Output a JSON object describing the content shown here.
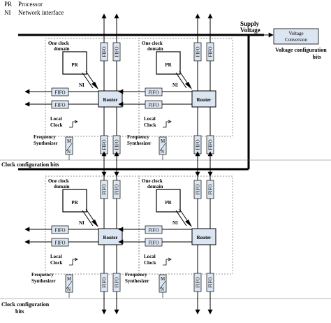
{
  "legend": {
    "pr": "PR",
    "pr_desc": "Processor",
    "ni": "NI",
    "ni_desc": "Network interface"
  },
  "supply": {
    "line1": "Supply",
    "line2": "Voltage"
  },
  "voltage_conversion": {
    "line1": "Voltage",
    "line2": "Conversion",
    "config_line1": "Voltage configuration",
    "config_line2": "bits"
  },
  "clock_config": {
    "top": "Clock configuration bits",
    "bottom_line1": "Clock configuration",
    "bottom_line2": "bits"
  },
  "tile": {
    "clock_domain_line1": "One clock",
    "clock_domain_line2": "domain",
    "pr": "PR",
    "ni": "NI",
    "router": "Router",
    "fifo": "FIFO",
    "local_clock_line1": "Local",
    "local_clock_line2": "Clock",
    "freq_line1": "Frequency",
    "freq_line2": "Synthesizer",
    "mux_m": "M",
    "mux_n": "N"
  },
  "colors": {
    "fill": "#dce6f2",
    "line": "#000000",
    "dash": "#6e6e6e"
  }
}
